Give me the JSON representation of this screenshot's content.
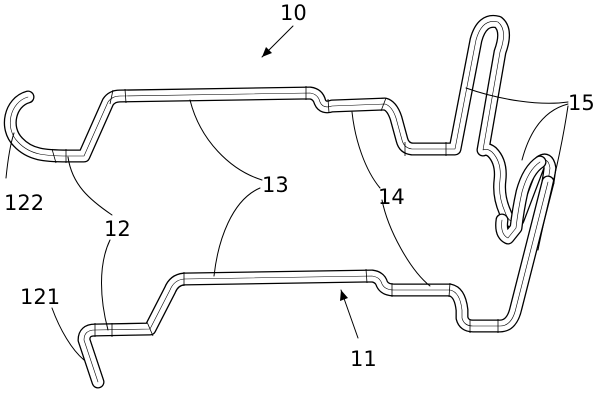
{
  "labels": {
    "assembly": "10",
    "bottom_rail": "11",
    "left_section": "12",
    "left_lower_end": "121",
    "left_hook": "122",
    "rails": "13",
    "middle_section": "14",
    "right_loops": "15"
  },
  "colors": {
    "ink": "#000000",
    "paper": "#ffffff"
  }
}
